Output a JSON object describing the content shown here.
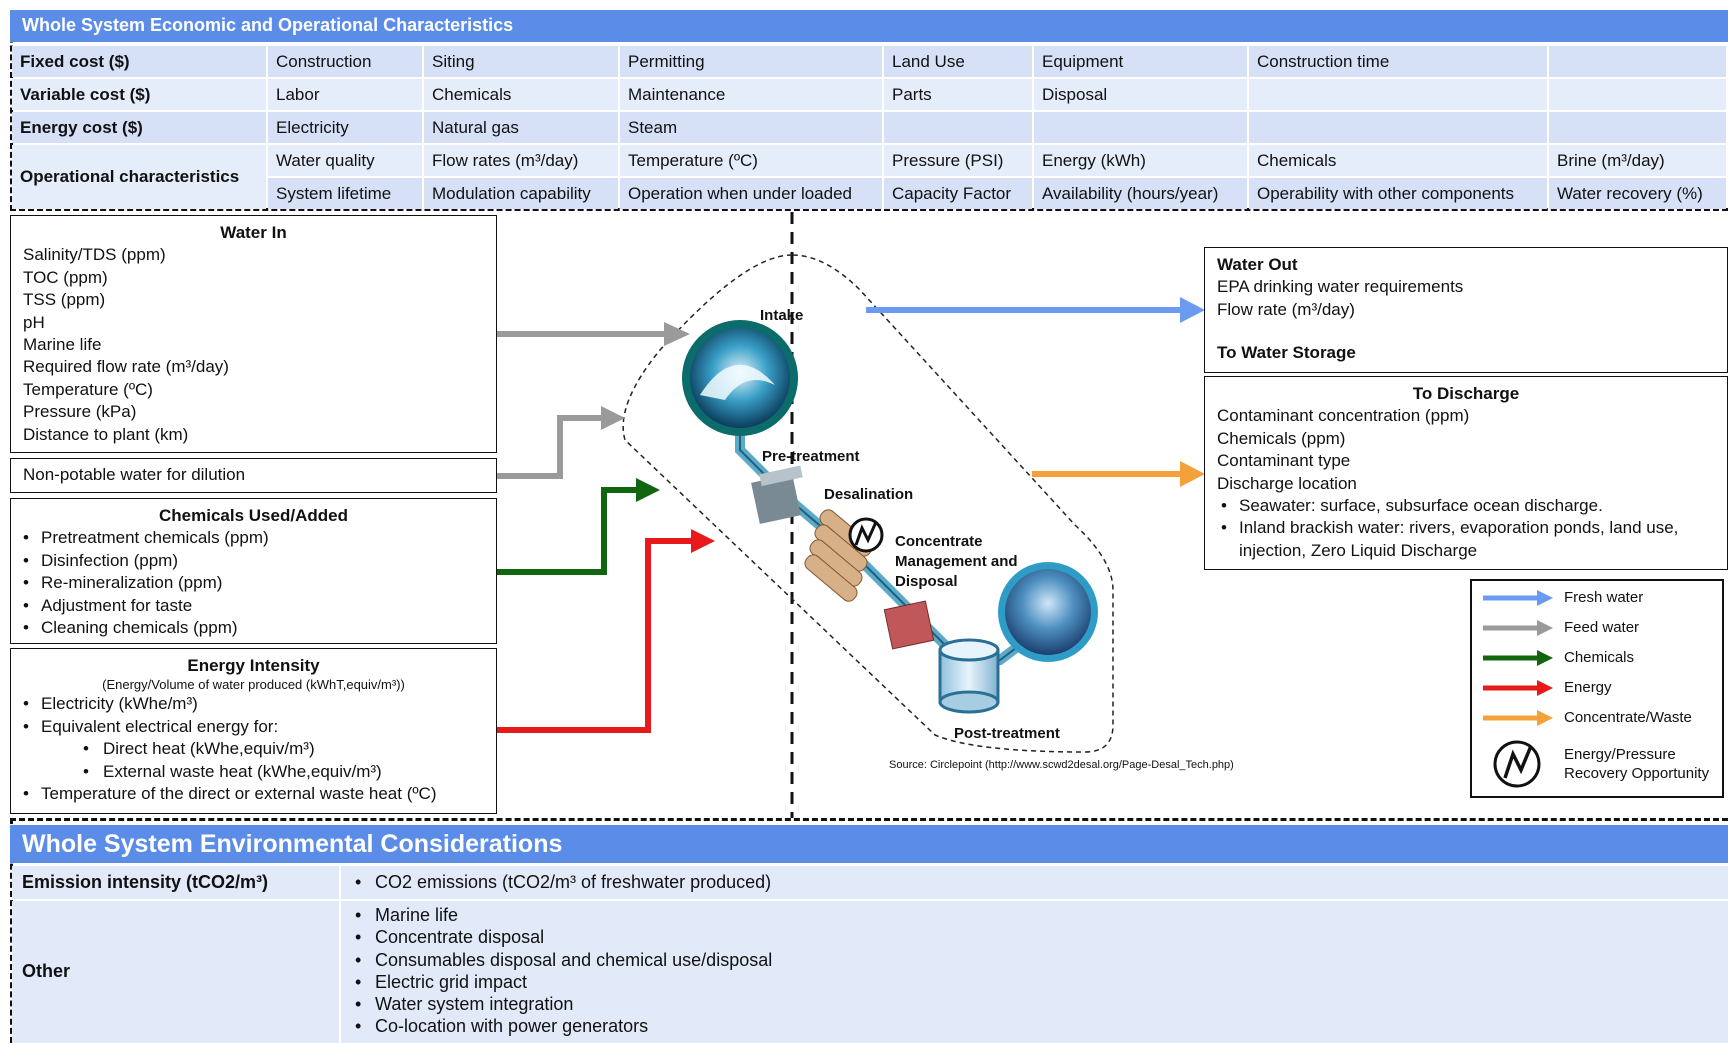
{
  "economic": {
    "title": "Whole System Economic and Operational Characteristics",
    "rows": [
      {
        "label": "Fixed cost ($)",
        "cells": [
          "Construction",
          "Siting",
          "Permitting",
          "Land Use",
          "Equipment",
          "Construction time",
          ""
        ]
      },
      {
        "label": "Variable cost ($)",
        "cells": [
          "Labor",
          "Chemicals",
          "Maintenance",
          "Parts",
          "Disposal",
          "",
          ""
        ]
      },
      {
        "label": "Energy cost ($)",
        "cells": [
          "Electricity",
          "Natural gas",
          "Steam",
          "",
          "",
          "",
          ""
        ]
      }
    ],
    "operational": {
      "label": "Operational characteristics",
      "row1": [
        "Water quality",
        "Flow rates (m³/day)",
        "Temperature (ºC)",
        "Pressure (PSI)",
        "Energy (kWh)",
        "Chemicals",
        "Brine (m³/day)"
      ],
      "row2": [
        "System lifetime",
        "Modulation capability",
        "Operation when under loaded",
        "Capacity Factor",
        "Availability (hours/year)",
        "Operability with other components",
        "Water recovery (%)"
      ]
    }
  },
  "water_in": {
    "title": "Water In",
    "items": [
      "Salinity/TDS (ppm)",
      "TOC (ppm)",
      "TSS (ppm)",
      "pH",
      "Marine life",
      "Required flow rate (m³/day)",
      "Temperature (ºC)",
      "Pressure (kPa)",
      "Distance to plant (km)"
    ]
  },
  "non_potable": "Non-potable water for dilution",
  "chemicals": {
    "title": "Chemicals Used/Added",
    "items": [
      "Pretreatment chemicals (ppm)",
      "Disinfection (ppm)",
      "Re-mineralization (ppm)",
      "Adjustment for taste",
      "Cleaning chemicals (ppm)"
    ]
  },
  "energy": {
    "title": "Energy Intensity",
    "subtitle": "(Energy/Volume of water produced (kWhT,equiv/m³))",
    "items": [
      "Electricity (kWhe/m³)",
      "Equivalent electrical energy for:"
    ],
    "sub_items": [
      "Direct heat (kWhe,equiv/m³)",
      "External waste heat (kWhe,equiv/m³)"
    ],
    "last": "Temperature of the direct or external waste heat (ºC)"
  },
  "process": {
    "stages": [
      "Intake",
      "Pre-treatment",
      "Desalination",
      "Concentrate Management and Disposal",
      "Post-treatment"
    ],
    "source": "Source: Circlepoint (http://www.scwd2desal.org/Page-Desal_Tech.php)"
  },
  "water_out": {
    "title": "Water Out",
    "items": [
      "EPA drinking water requirements",
      "Flow rate (m³/day)"
    ],
    "storage": "To Water Storage"
  },
  "discharge": {
    "title": "To Discharge",
    "items": [
      "Contaminant concentration (ppm)",
      "Chemicals (ppm)",
      "Contaminant type",
      "Discharge location"
    ],
    "bullets": [
      "Seawater: surface, subsurface ocean discharge.",
      "Inland brackish water: rivers, evaporation ponds, land use, injection, Zero Liquid Discharge"
    ]
  },
  "legend": {
    "items": [
      {
        "label": "Fresh water",
        "color": "#6b9bf0"
      },
      {
        "label": "Feed water",
        "color": "#9a9a9a"
      },
      {
        "label": "Chemicals",
        "color": "#12650f"
      },
      {
        "label": "Energy",
        "color": "#e8191b"
      },
      {
        "label": "Concentrate/Waste",
        "color": "#f4a13c"
      }
    ],
    "recovery": "Energy/Pressure Recovery Opportunity"
  },
  "environmental": {
    "title": "Whole System Environmental Considerations",
    "emission_label": "Emission intensity (tCO2/m³)",
    "emission_item": "CO2 emissions (tCO2/m³ of freshwater produced)",
    "other_label": "Other",
    "other_items": [
      "Marine life",
      "Concentrate disposal",
      "Consumables disposal and chemical use/disposal",
      "Electric grid impact",
      "Water system integration",
      "Co-location with power generators"
    ]
  }
}
